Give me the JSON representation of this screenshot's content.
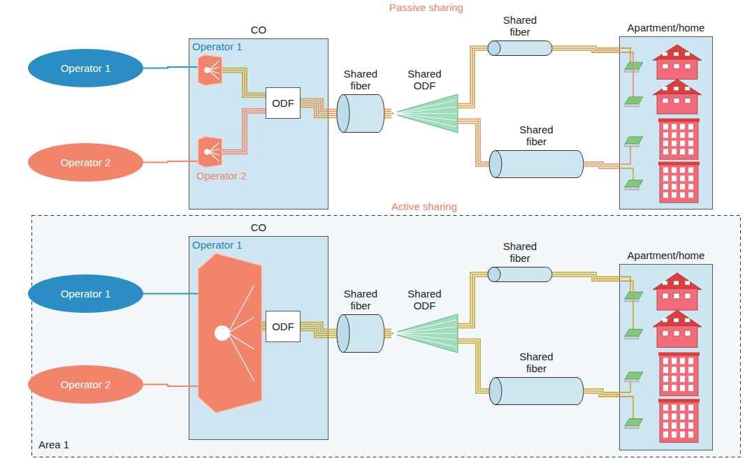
{
  "diagram": {
    "nodes": [
      {
        "text": [
          "Operator 1"
        ]
      },
      {
        "text": [
          "Operator 2"
        ]
      },
      {
        "text": [
          "CO"
        ]
      },
      {
        "text": [
          "Operator 1"
        ],
        "in": 2
      },
      {
        "text": [
          "Operator 2"
        ],
        "in": 2
      },
      {
        "text": [
          "ODF"
        ],
        "in": 2
      },
      {
        "text": [
          "Shared fiber"
        ]
      },
      {
        "text": [
          "Shared ODF"
        ]
      },
      {
        "text": [
          "Shared fiber"
        ]
      },
      {
        "text": [
          "Shared fiber"
        ]
      },
      {
        "text": [
          "Apartment/home"
        ]
      },
      {
        "text": [
          "Active sharing",
          "Area 1"
        ]
      },
      {
        "text": [
          "Operator 1"
        ],
        "in": 11
      },
      {
        "text": [
          "Operator 2"
        ],
        "in": 11
      },
      {
        "text": [
          "CO"
        ],
        "in": 11
      },
      {
        "text": [
          "Operator 1"
        ],
        "in": 14
      },
      {
        "text": [
          "ODF"
        ],
        "in": 14
      },
      {
        "text": [
          "Shared fiber"
        ],
        "in": 11
      },
      {
        "text": [
          "Shared ODF"
        ],
        "in": 11
      },
      {
        "text": [
          "Shared fiber"
        ],
        "in": 11
      },
      {
        "text": [
          "Shared fiber"
        ],
        "in": 11
      },
      {
        "text": [
          "Apartment/home"
        ],
        "in": 11
      }
    ],
    "edges": [
      {
        "from": 0,
        "to": 3,
        "arrow": "none"
      },
      {
        "from": 1,
        "to": 4,
        "arrow": "none"
      },
      {
        "from": 3,
        "to": 5,
        "arrow": "none"
      },
      {
        "from": 4,
        "to": 5,
        "arrow": "none"
      },
      {
        "from": 5,
        "to": 6,
        "arrow": "none"
      },
      {
        "from": 6,
        "to": 7,
        "arrow": "none"
      },
      {
        "from": 7,
        "to": 8,
        "arrow": "none"
      },
      {
        "from": 7,
        "to": 9,
        "arrow": "none"
      },
      {
        "from": 8,
        "to": 10,
        "arrow": "none"
      },
      {
        "from": 9,
        "to": 10,
        "arrow": "none"
      },
      {
        "from": 12,
        "to": 15,
        "arrow": "none"
      },
      {
        "from": 13,
        "to": 15,
        "arrow": "none"
      },
      {
        "from": 15,
        "to": 16,
        "arrow": "none"
      },
      {
        "from": 16,
        "to": 17,
        "arrow": "none"
      },
      {
        "from": 17,
        "to": 18,
        "arrow": "none"
      },
      {
        "from": 18,
        "to": 19,
        "arrow": "none"
      },
      {
        "from": 18,
        "to": 20,
        "arrow": "none"
      },
      {
        "from": 19,
        "to": 21,
        "arrow": "none"
      },
      {
        "from": 20,
        "to": 21,
        "arrow": "none"
      }
    ],
    "labels": [
      "Passive sharing"
    ]
  }
}
